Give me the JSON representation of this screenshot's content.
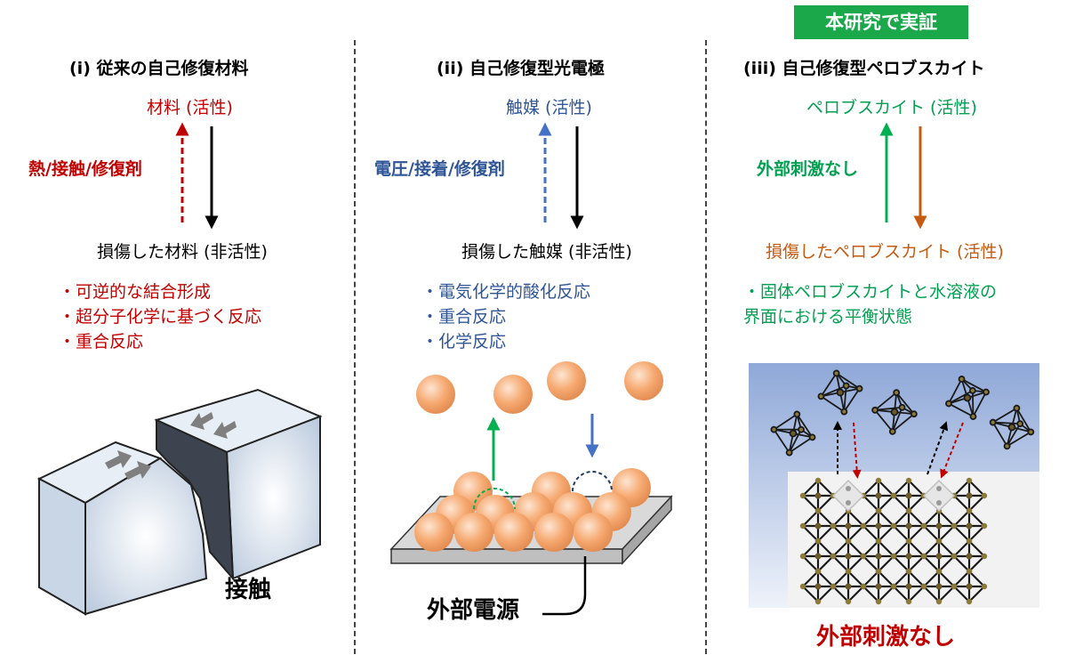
{
  "badge": "本研究で実証",
  "col1": {
    "title": "(i) 従来の自己修復材料",
    "top": "材料 (活性)",
    "side": "熱/接触/修復剤",
    "bottom": "損傷した材料 (非活性)",
    "bullets": [
      "・可逆的な結合形成",
      "・超分子化学に基づく反応",
      "・重合反応"
    ],
    "figure_label": "接触"
  },
  "col2": {
    "title": "(ii) 自己修復型光電極",
    "top": "触媒 (活性)",
    "side": "電圧/接着/修復剤",
    "bottom": "損傷した触媒 (非活性)",
    "bullets": [
      "・電気化学的酸化反応",
      "・重合反応",
      "・化学反応"
    ],
    "figure_label": "外部電源"
  },
  "col3": {
    "title": "(iii) 自己修復型ペロブスカイト",
    "top": "ペロブスカイト (活性)",
    "side": "外部刺激なし",
    "bottom": "損傷したペロブスカイト (活性)",
    "bullets": [
      "・固体ペロブスカイトと水溶液の",
      "界面における平衡状態"
    ],
    "figure_label": "外部刺激なし"
  },
  "colors": {
    "red": "#c00000",
    "blue": "#2f5597",
    "green": "#00a050",
    "orange": "#c55a11",
    "badge": "#1aa84b",
    "sphere": "#f4a26a"
  }
}
